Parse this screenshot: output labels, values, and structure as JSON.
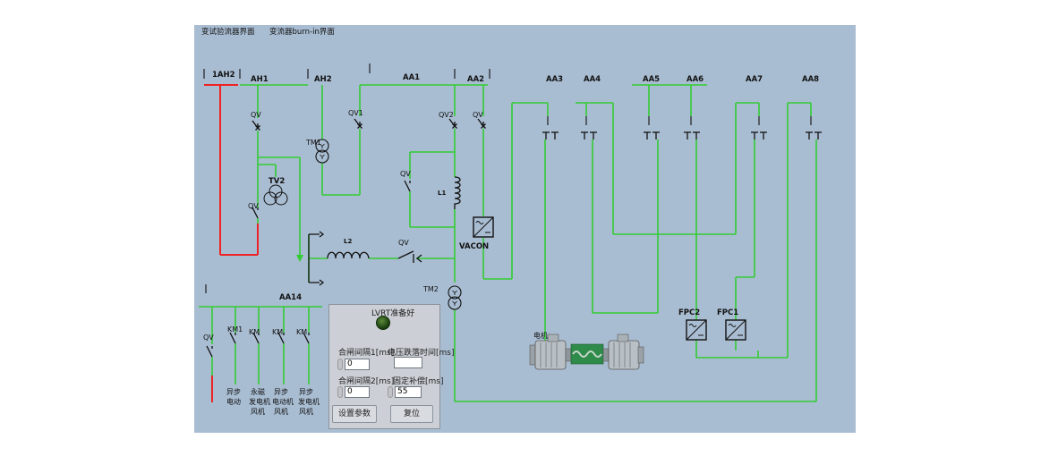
{
  "menu": {
    "items": [
      {
        "label": "变试验流器界面"
      },
      {
        "label": "变流器burn-in界面"
      }
    ]
  },
  "buses": {
    "b1ah2": "1AH2",
    "ah1": "AH1",
    "ah2": "AH2",
    "aa1": "AA1",
    "aa2": "AA2",
    "aa3": "AA3",
    "aa4": "AA4",
    "aa5": "AA5",
    "aa6": "AA6",
    "aa7": "AA7",
    "aa8": "AA8",
    "aa14": "AA14"
  },
  "components": {
    "qv_ah1_top": "QV",
    "qv_ah1_bottom": "QV",
    "qv1": "QV1",
    "qv2": "QV2",
    "qv_aa2": "QV",
    "qv_mid": "QV",
    "qv_l2": "QV",
    "qv_aa14": "QV",
    "tm1": "TM1",
    "tm2": "TM2",
    "tv2": "TV2",
    "l1": "L1",
    "l2": "L2",
    "vacon": "VACON",
    "km1": "KM1",
    "km2": "KM",
    "km3": "KM",
    "km4": "KM",
    "fpc1": "FPC1",
    "fpc2": "FPC2",
    "motor": "电机"
  },
  "loads": {
    "l1": [
      "异步",
      "电动"
    ],
    "l2": [
      "永磁",
      "发电机",
      "风机"
    ],
    "l3": [
      "异步",
      "电动机",
      "风机"
    ],
    "l4": [
      "异步",
      "发电机",
      "风机"
    ]
  },
  "panel": {
    "title": "LVRT准备好",
    "interval1_label": "合闸间隔1[ms]",
    "voltage_drop_label": "电压跌落时间[ms]",
    "interval2_label": "合闸间隔2[ms]",
    "fixed_comp_label": "固定补偿[ms]",
    "interval1_value": "0",
    "voltage_drop_value": "",
    "interval2_value": "0",
    "fixed_comp_value": "55",
    "set_button": "设置参数",
    "reset_button": "复位"
  },
  "colors": {
    "background": "#a9bdd2",
    "line_green": "#33cc33",
    "line_red": "#ee2222",
    "symbol": "#111111"
  }
}
